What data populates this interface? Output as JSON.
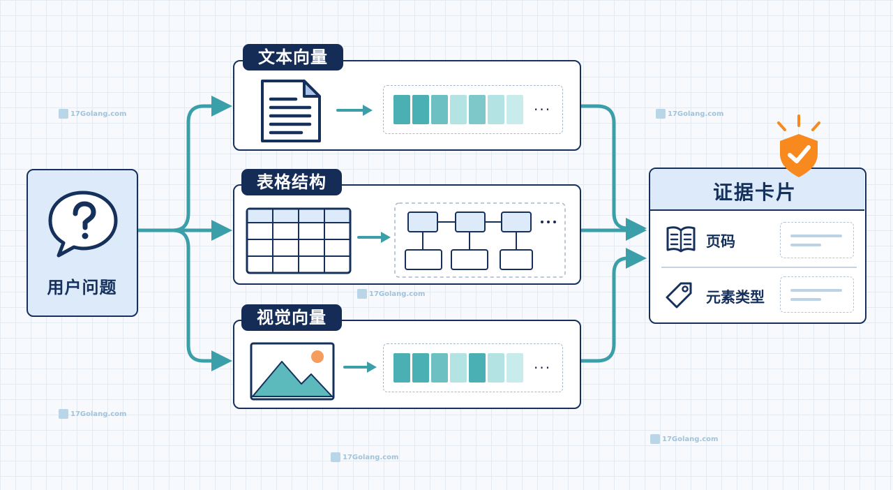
{
  "user_question": {
    "label": "用户问题",
    "icon": "question-bubble-icon"
  },
  "branches": {
    "text": {
      "label": "文本向量",
      "icon": "document-icon"
    },
    "table": {
      "label": "表格结构",
      "icon": "table-grid-icon"
    },
    "visual": {
      "label": "视觉向量",
      "icon": "image-landscape-icon"
    }
  },
  "evidence_card": {
    "title": "证据卡片",
    "badge_icon": "shield-check-icon",
    "fields": [
      {
        "label": "页码",
        "icon": "book-icon"
      },
      {
        "label": "元素类型",
        "icon": "tag-icon"
      }
    ]
  },
  "watermark_text": "17Golang.com",
  "colors": {
    "navy": "#16305c",
    "teal": "#3b9fa9",
    "teal_dark": "#4bb0b3",
    "teal_light": "#b4e3e3",
    "orange": "#f7891f",
    "light_blue": "#dceaf9"
  }
}
